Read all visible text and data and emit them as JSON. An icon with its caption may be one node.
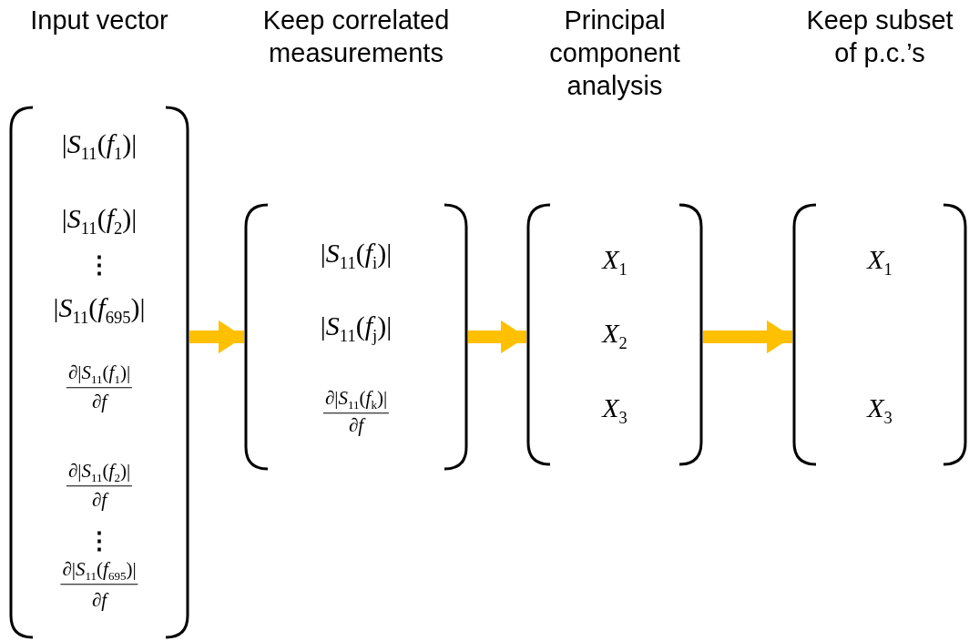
{
  "diagram": {
    "nodes": [
      {
        "text": [
          "Input vector",
          "|*S*$_{11}$(*f*$_{1}$)|",
          "|*S*$_{11}$(*f*$_{2}$)|",
          "⋮",
          "|*S*$_{11}$(*f*$_{695}$)|",
          "∂|*S*$_{11}$(*f*$_{1}$)|",
          "∂*f*",
          "∂|*S*$_{11}$(*f*$_{2}$)|",
          "∂*f*",
          "⋮",
          "∂|*S*$_{11}$(*f*$_{695}$)|",
          "∂*f*"
        ]
      },
      {
        "text": [
          "Keep correlated measurements",
          "|*S*$_{11}$(*f*$_{i}$)|",
          "|*S*$_{11}$(*f*$_{j}$)|",
          "∂|*S*$_{11}$(*f*$_{k}$)|",
          "∂*f*"
        ]
      },
      {
        "text": [
          "Principal component analysis",
          "*X*$_{1}$",
          "*X*$_{2}$",
          "*X*$_{3}$"
        ]
      },
      {
        "text": [
          "Keep subset of p.c.’s",
          "*X*$_{1}$",
          "*X*$_{3}$"
        ]
      }
    ],
    "edges": [
      {
        "from": 0,
        "to": 1,
        "arrow": "to",
        "color": "#ffc000"
      },
      {
        "from": 1,
        "to": 2,
        "arrow": "to",
        "color": "#ffc000"
      },
      {
        "from": 2,
        "to": 3,
        "arrow": "to",
        "color": "#ffc000"
      }
    ]
  }
}
